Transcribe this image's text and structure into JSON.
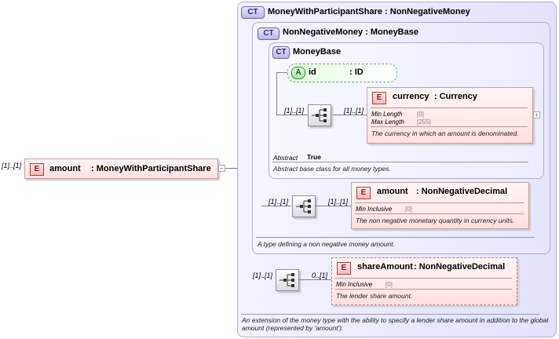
{
  "root_element": {
    "cardinality": "[1]..[1]",
    "badge": "E",
    "name": "amount",
    "type": ": MoneyWithParticipantShare",
    "toggle": "−"
  },
  "ct_outer": {
    "badge": "CT",
    "title": "MoneyWithParticipantShare : NonNegativeMoney",
    "doc": "An extension of the money type with the ability to specify a lender share amount in addition to the global amount (represented by 'amount')."
  },
  "ct_middle": {
    "badge": "CT",
    "title": "NonNegativeMoney : MoneyBase",
    "doc": "A type defining a non negative money amount."
  },
  "ct_inner": {
    "badge": "CT",
    "title": "MoneyBase",
    "abstract_label": "Abstract",
    "abstract_value": "True",
    "doc": "Abstract base class for all money types."
  },
  "attribute_id": {
    "badge": "A",
    "name": "id",
    "type": ": ID"
  },
  "seq_inner": {
    "card_left": "[1]..[1]",
    "card_right": "[1]..[1]"
  },
  "element_currency": {
    "badge": "E",
    "name": "currency",
    "type": ": Currency",
    "facets": [
      {
        "label": "Min Length",
        "value": "[0]"
      },
      {
        "label": "Max Length",
        "value": "[255]"
      }
    ],
    "doc": "The currency in which an amount is denominated.",
    "expand": "+"
  },
  "seq_middle": {
    "card_left": "[1]..[1]",
    "card_right": "[1]..[1]"
  },
  "element_amount_nn": {
    "badge": "E",
    "name": "amount",
    "type": ": NonNegativeDecimal",
    "facets": [
      {
        "label": "Min Inclusive",
        "value": "[0]"
      }
    ],
    "doc": "The non negative monetary quantity in currency units."
  },
  "seq_outer": {
    "card_left": "[1]..[1]",
    "card_right": "0..[1]"
  },
  "element_share": {
    "badge": "E",
    "name": "shareAmount",
    "type": ": NonNegativeDecimal",
    "facets": [
      {
        "label": "Min Inclusive",
        "value": "[0]"
      }
    ],
    "doc": "The lender share amount."
  }
}
